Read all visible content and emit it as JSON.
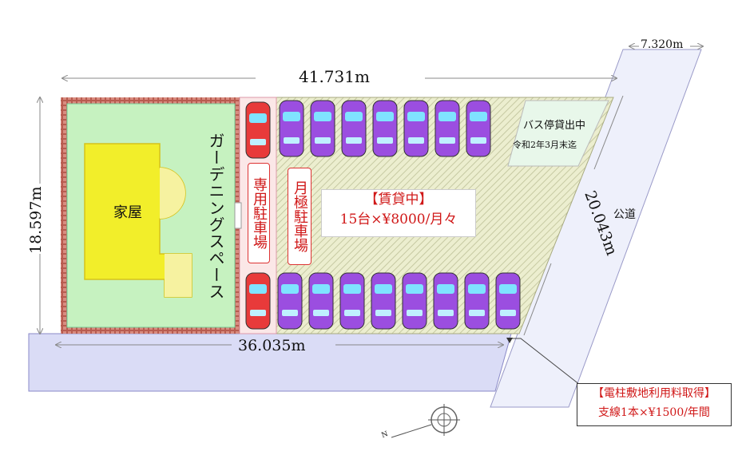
{
  "dimensions": {
    "top": "41.731m",
    "top_right": "7.320m",
    "left": "18.597m",
    "bottom": "36.035m",
    "diagonal": "20.043m"
  },
  "house": {
    "label": "家屋"
  },
  "garden": {
    "label": "ガーデニングスペース"
  },
  "private_parking": {
    "label": "専用駐車場"
  },
  "monthly_parking": {
    "label": "月極駐車場"
  },
  "rental": {
    "title": "【賃貸中】",
    "detail": "15台×¥8000/月々"
  },
  "bus_stop": {
    "line1": "バス停貸出中",
    "line2": "令和2年3月末迄"
  },
  "road": {
    "label": "公道"
  },
  "utility_pole": {
    "title": "【電柱敷地利用料取得】",
    "detail": "支線1本×¥1500/年間"
  },
  "compass": {
    "label": "N"
  },
  "colors": {
    "garden": "#c6f2c0",
    "house": "#f2ee2a",
    "brick": "#b0584c",
    "private_car": "#e83a3a",
    "monthly_car": "#9b4ee0",
    "road": "#dadcf6",
    "lot": "#e9ebc8"
  }
}
